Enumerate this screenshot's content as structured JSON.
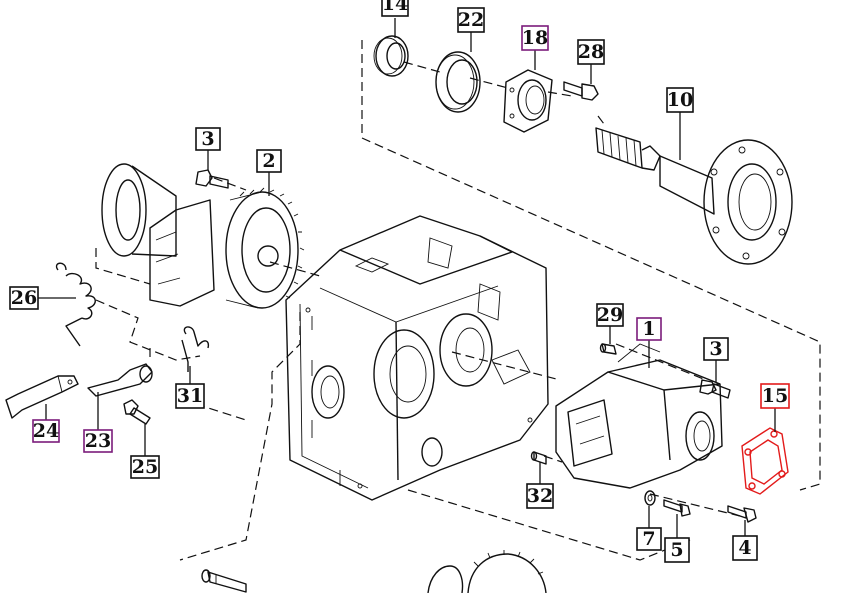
{
  "colors": {
    "line": "#111111",
    "callout_border_default": "#111111",
    "callout_border_highlight": "#7b1c7b",
    "callout_border_selected": "#e31b1b",
    "selected_part": "#e31b1b"
  },
  "callouts": [
    {
      "id": "c14",
      "label": "14",
      "style": "default"
    },
    {
      "id": "c22",
      "label": "22",
      "style": "default"
    },
    {
      "id": "c18",
      "label": "18",
      "style": "highlight"
    },
    {
      "id": "c28",
      "label": "28",
      "style": "default"
    },
    {
      "id": "c10",
      "label": "10",
      "style": "default"
    },
    {
      "id": "c3a",
      "label": "3",
      "style": "default"
    },
    {
      "id": "c2",
      "label": "2",
      "style": "default"
    },
    {
      "id": "c26",
      "label": "26",
      "style": "default"
    },
    {
      "id": "c31",
      "label": "31",
      "style": "default"
    },
    {
      "id": "c24",
      "label": "24",
      "style": "highlight"
    },
    {
      "id": "c23",
      "label": "23",
      "style": "highlight"
    },
    {
      "id": "c25",
      "label": "25",
      "style": "default"
    },
    {
      "id": "c29",
      "label": "29",
      "style": "default"
    },
    {
      "id": "c1",
      "label": "1",
      "style": "highlight"
    },
    {
      "id": "c3b",
      "label": "3",
      "style": "default"
    },
    {
      "id": "c15",
      "label": "15",
      "style": "selected"
    },
    {
      "id": "c32",
      "label": "32",
      "style": "default"
    },
    {
      "id": "c7",
      "label": "7",
      "style": "default"
    },
    {
      "id": "c5",
      "label": "5",
      "style": "default"
    },
    {
      "id": "c4",
      "label": "4",
      "style": "default"
    }
  ]
}
